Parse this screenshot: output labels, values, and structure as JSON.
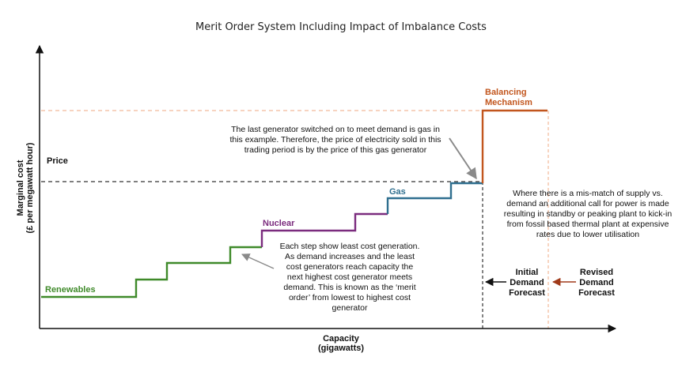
{
  "title": "Merit Order System Including Impact of Imbalance Costs",
  "axes": {
    "y_label_line1": "Marginal cost",
    "y_label_line2": "(£ per megawatt hour)",
    "x_label_line1": "Capacity",
    "x_label_line2": "(gigawatts)",
    "price_label": "Price"
  },
  "segments": {
    "renewables": "Renewables",
    "nuclear": "Nuclear",
    "gas": "Gas",
    "balancing_line1": "Balancing",
    "balancing_line2": "Mechanism"
  },
  "forecasts": {
    "initial": [
      "Initial",
      "Demand",
      "Forecast"
    ],
    "revised": [
      "Revised",
      "Demand",
      "Forecast"
    ]
  },
  "annotations": {
    "gas_note": [
      "The last generator switched on to meet demand is gas in",
      "this example. Therefore, the price of electricity sold in this",
      "trading period is by the price of this gas generator"
    ],
    "steps_note": [
      "Each step show least cost generation.",
      "As demand increases and the least",
      "cost generators reach capacity the",
      "next highest cost generator meets",
      "demand. This is known as the ‘merit",
      "order’ from lowest to highest cost",
      "generator"
    ],
    "mismatch_note": [
      "Where there is a mis-match of supply vs.",
      "demand an additional call for power is made",
      "resulting in standby or peaking plant to kick-in",
      "from fossil based thermal plant at expensive",
      "rates due to lower utilisation"
    ]
  },
  "colors": {
    "renewables": "#3f8a2a",
    "nuclear": "#7b2c7e",
    "gas": "#2f6f8f",
    "balancing": "#c2561e",
    "balancing_dash": "#f2b99a",
    "axis": "#111111",
    "arrow_grey": "#8a8a8a"
  }
}
